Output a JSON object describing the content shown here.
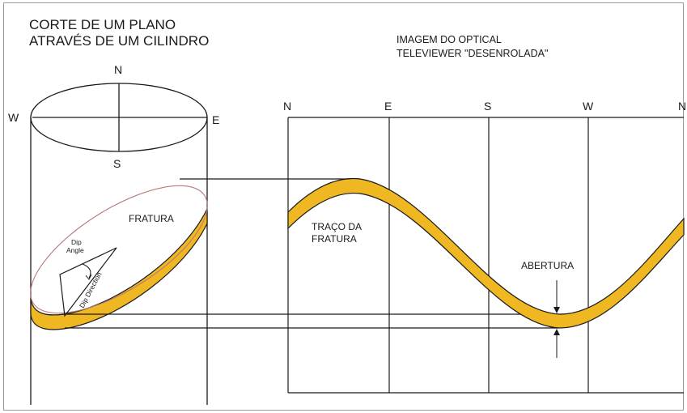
{
  "left_title": {
    "line1": "CORTE DE UM   PLANO",
    "line2": "ATRAVÉS DE UM CILINDRO"
  },
  "right_title": {
    "line1": "IMAGEM DO OPTICAL",
    "line2": "TELEVIEWER \"DESENROLADA\""
  },
  "cylinder": {
    "north": "N",
    "south": "S",
    "west": "W",
    "east": "E",
    "fracture_label": "FRATURA",
    "dip_angle_line1": "Dip",
    "dip_angle_line2": "Angle",
    "dip_direction": "Dip Direction"
  },
  "unrolled": {
    "azimuths": [
      "N",
      "E",
      "S",
      "W",
      "N"
    ],
    "trace_label_line1": "TRAÇO DA",
    "trace_label_line2": "FRATURA",
    "aperture_label": "ABERTURA"
  },
  "colors": {
    "fracture_fill": "#efb721",
    "fracture_edge": "#1a1a1a",
    "ellipse_top_edge": "#b87a7a",
    "line": "#1a1a1a"
  }
}
